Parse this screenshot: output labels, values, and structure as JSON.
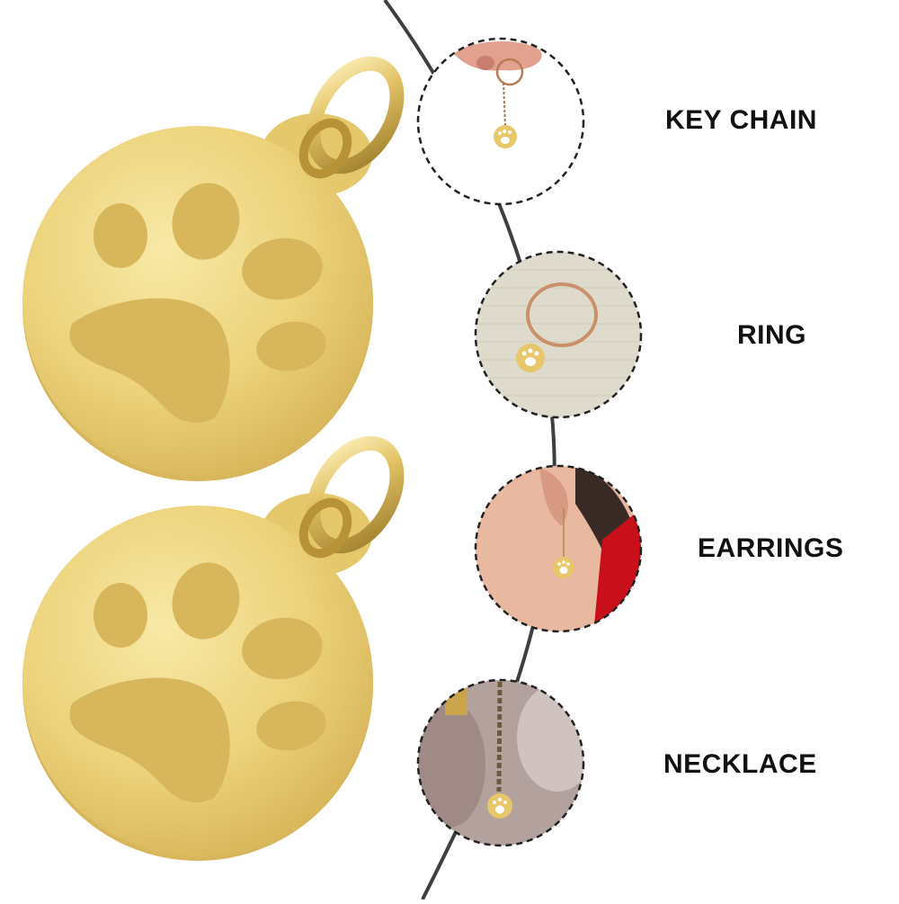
{
  "uses": [
    {
      "id": "keychain",
      "label": "KEY CHAIN"
    },
    {
      "id": "ring",
      "label": "RING"
    },
    {
      "id": "earrings",
      "label": "EARRINGS"
    },
    {
      "id": "necklace",
      "label": "NECKLACE"
    }
  ],
  "colors": {
    "gold_light": "#f4e08e",
    "gold_mid": "#e8c96a",
    "gold_dark": "#c9a446",
    "curve": "#3f3f3f",
    "label": "#111111",
    "earring_bg": "#c8101b"
  },
  "icons": [
    "paw-print-icon",
    "jump-ring-icon"
  ]
}
